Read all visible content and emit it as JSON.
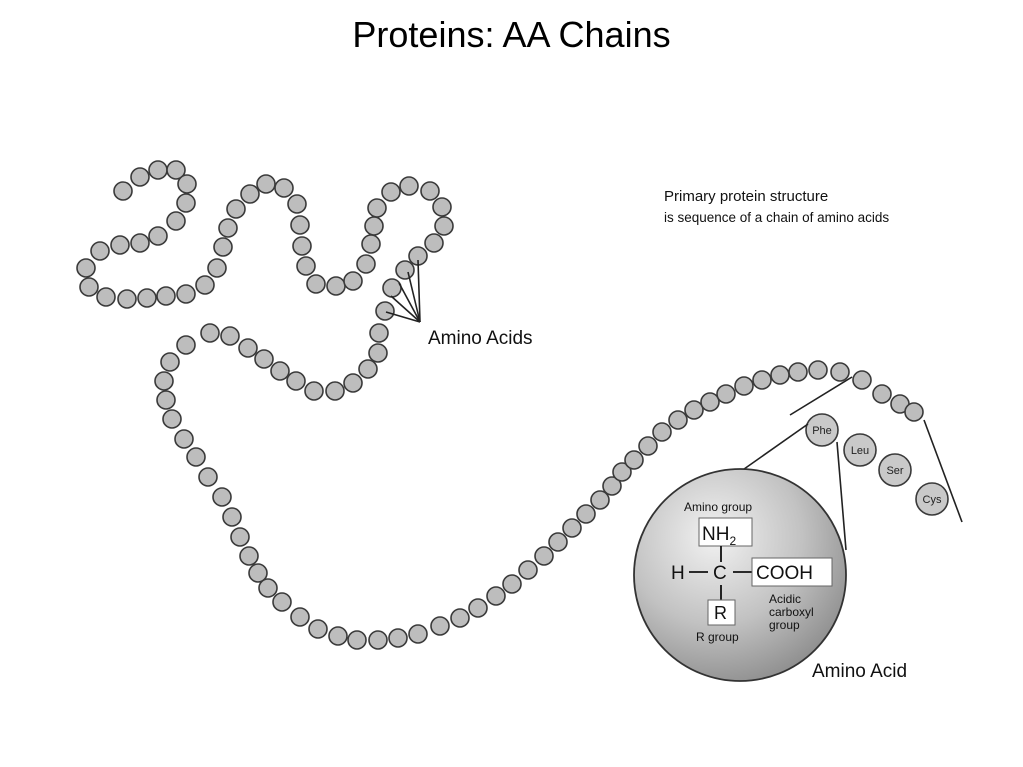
{
  "title": "Proteins: AA Chains",
  "caption": {
    "heading": "Primary protein structure",
    "subheading": "is sequence of a chain of amino acids"
  },
  "chain_label": "Amino Acids",
  "sequence": [
    "Phe",
    "Leu",
    "Ser",
    "Cys"
  ],
  "structure": {
    "amino_group_label": "Amino group",
    "nh2_main": "NH",
    "nh2_sub": "2",
    "h": "H",
    "c": "C",
    "cooh": "COOH",
    "r": "R",
    "r_group_label": "R group",
    "carboxyl_line1": "Acidic",
    "carboxyl_line2": "carboxyl",
    "carboxyl_line3": "group",
    "amino_acid_label": "Amino Acid"
  },
  "colors": {
    "bead_fill": "#bdbdbd",
    "bead_stroke": "#3a3a3a",
    "sphere_light": "#f2f2f2",
    "sphere_dark": "#8a8a8a"
  }
}
